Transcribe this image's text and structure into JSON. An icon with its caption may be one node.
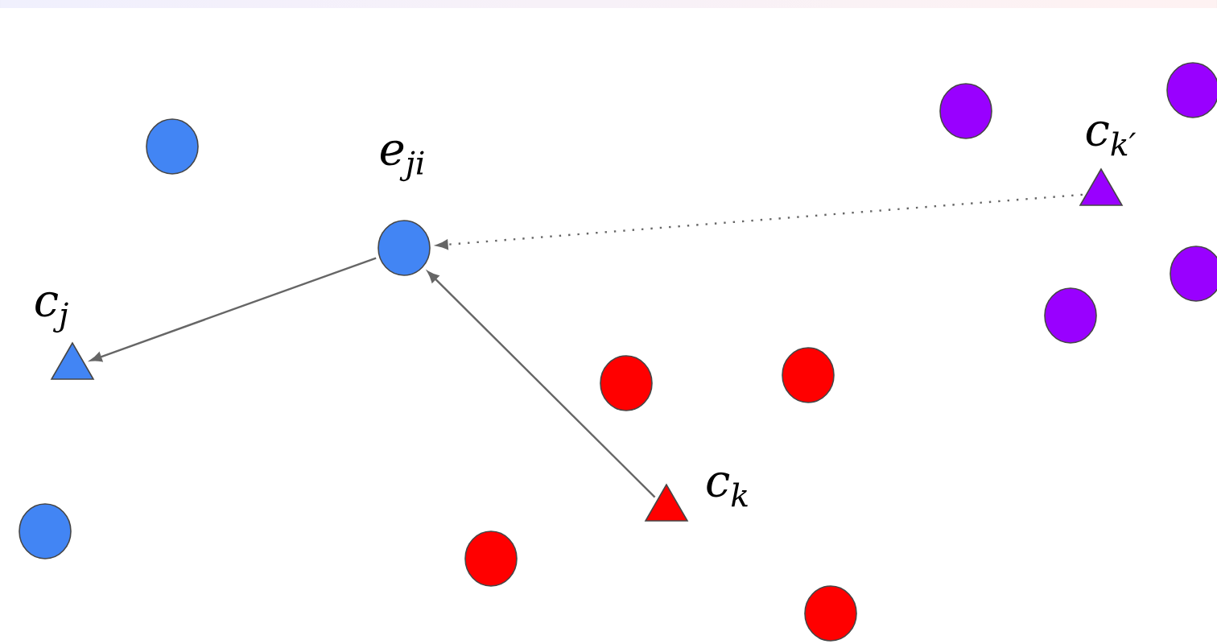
{
  "diagram": {
    "nodes": [
      {
        "text": [],
        "shape": "circle"
      },
      {
        "text": [],
        "shape": "circle",
        "beside": [
          "e$_{ji}$"
        ]
      },
      {
        "text": [],
        "shape": "triangle",
        "beside": [
          "c$_{j}$"
        ]
      },
      {
        "text": [],
        "shape": "circle"
      },
      {
        "text": [],
        "shape": "circle"
      },
      {
        "text": [],
        "shape": "circle"
      },
      {
        "text": [],
        "shape": "triangle",
        "beside": [
          "c$_{k}$"
        ]
      },
      {
        "text": [],
        "shape": "circle"
      },
      {
        "text": [],
        "shape": "circle"
      },
      {
        "text": [],
        "shape": "circle"
      },
      {
        "text": [],
        "shape": "circle"
      },
      {
        "text": [],
        "shape": "triangle",
        "beside": [
          "c$_{k′}$"
        ]
      },
      {
        "text": [],
        "shape": "circle"
      },
      {
        "text": [],
        "shape": "circle"
      }
    ],
    "edges": [
      {
        "from": 1,
        "to": 2,
        "arrow": "to"
      },
      {
        "from": 6,
        "to": 1,
        "arrow": "to"
      },
      {
        "from": 11,
        "to": 1,
        "arrow": "to",
        "style": "dashed"
      }
    ]
  }
}
